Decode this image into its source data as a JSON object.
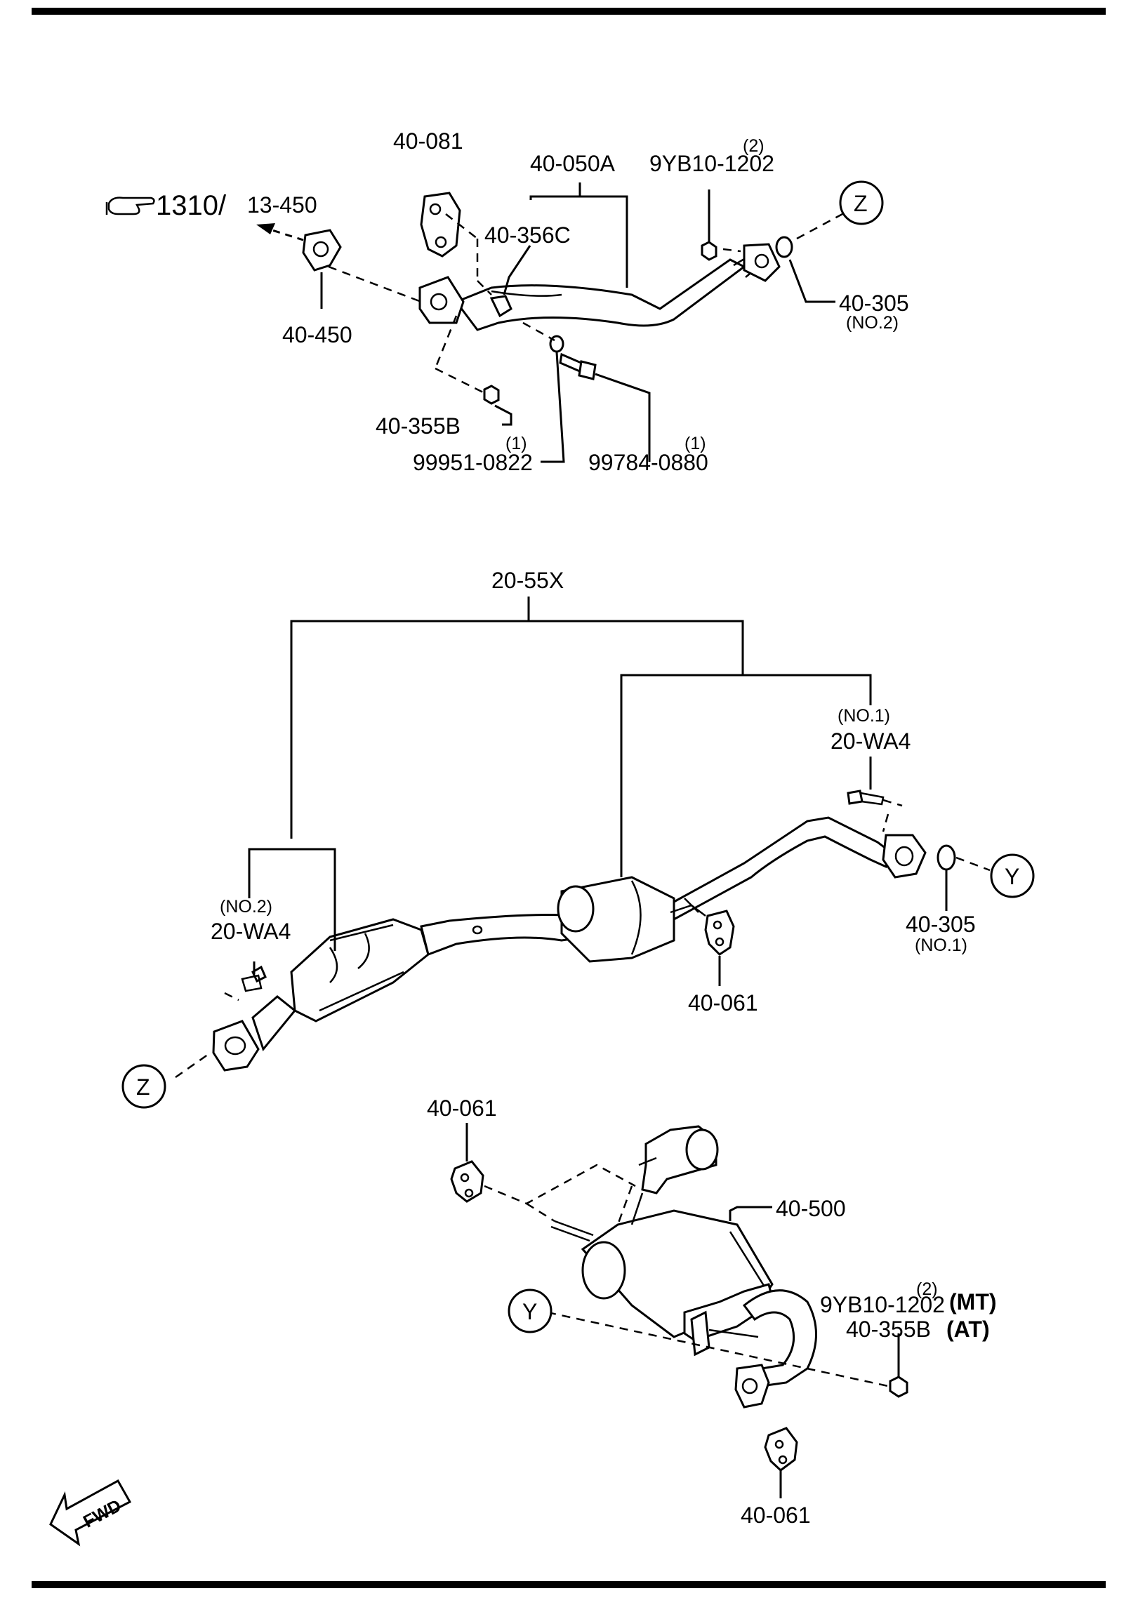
{
  "labels": {
    "l_40_081": "40-081",
    "l_40_050a": "40-050A",
    "l_9yb_qty": "(2)",
    "l_9yb": "9YB10-1202",
    "l_ref_main": "1310/",
    "l_ref_sub": "13-450",
    "l_40_356c": "40-356C",
    "l_40_450": "40-450",
    "l_40_305_2": "40-305",
    "l_no2_a": "(NO.2)",
    "l_40_355b": "40-355B",
    "l_qty1_a": "(1)",
    "l_99951": "99951-0822",
    "l_qty1_b": "(1)",
    "l_99784": "99784-0880",
    "l_20_55x": "20-55X",
    "l_no1_a": "(NO.1)",
    "l_20_wa4_1": "20-WA4",
    "l_no2_b": "(NO.2)",
    "l_20_wa4_2": "20-WA4",
    "l_40_305_1": "40-305",
    "l_no1_b": "(NO.1)",
    "l_40_061_a": "40-061",
    "l_40_061_b": "40-061",
    "l_40_500": "40-500",
    "l_qty2_b": "(2)",
    "l_9yb_b": "9YB10-1202",
    "l_mt": "(MT)",
    "l_40_355b_b": "40-355B",
    "l_at": "(AT)",
    "l_40_061_c": "40-061",
    "l_fwd": "FWD"
  },
  "markers": {
    "z_top": "Z",
    "y_right": "Y",
    "z_left": "Z",
    "y_bottom": "Y"
  },
  "icons": {
    "reference": "pointing-hand-icon",
    "forward": "fwd-arrow-icon"
  }
}
